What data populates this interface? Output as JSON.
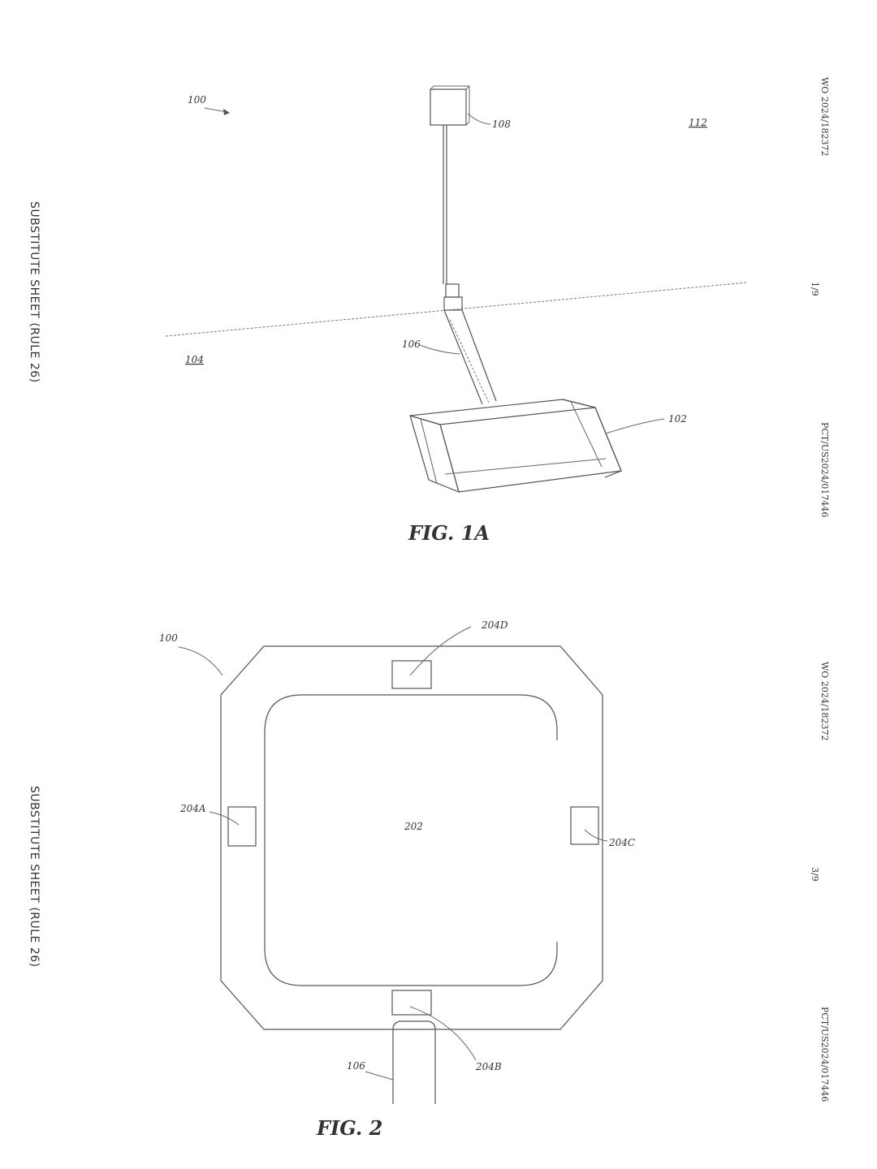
{
  "sheet": {
    "side_label": "SUBSTITUTE SHEET (RULE 26)",
    "pub_number": "WO 2024/182372",
    "app_number": "PCT/US2024/017446"
  },
  "figure_1a": {
    "caption": "FIG. 1A",
    "page": "1/9",
    "refs": {
      "system": "100",
      "base": "108",
      "surface_above": "112",
      "surface_below": "104",
      "tether": "106",
      "float": "102"
    }
  },
  "figure_2": {
    "caption": "FIG. 2",
    "page": "3/9",
    "refs": {
      "system": "100",
      "center": "202",
      "sensor_a": "204A",
      "sensor_b": "204B",
      "sensor_c": "204C",
      "sensor_d": "204D",
      "tether": "106"
    }
  },
  "colors": {
    "ink": "#555555",
    "text": "#333333",
    "paper": "#ffffff"
  }
}
